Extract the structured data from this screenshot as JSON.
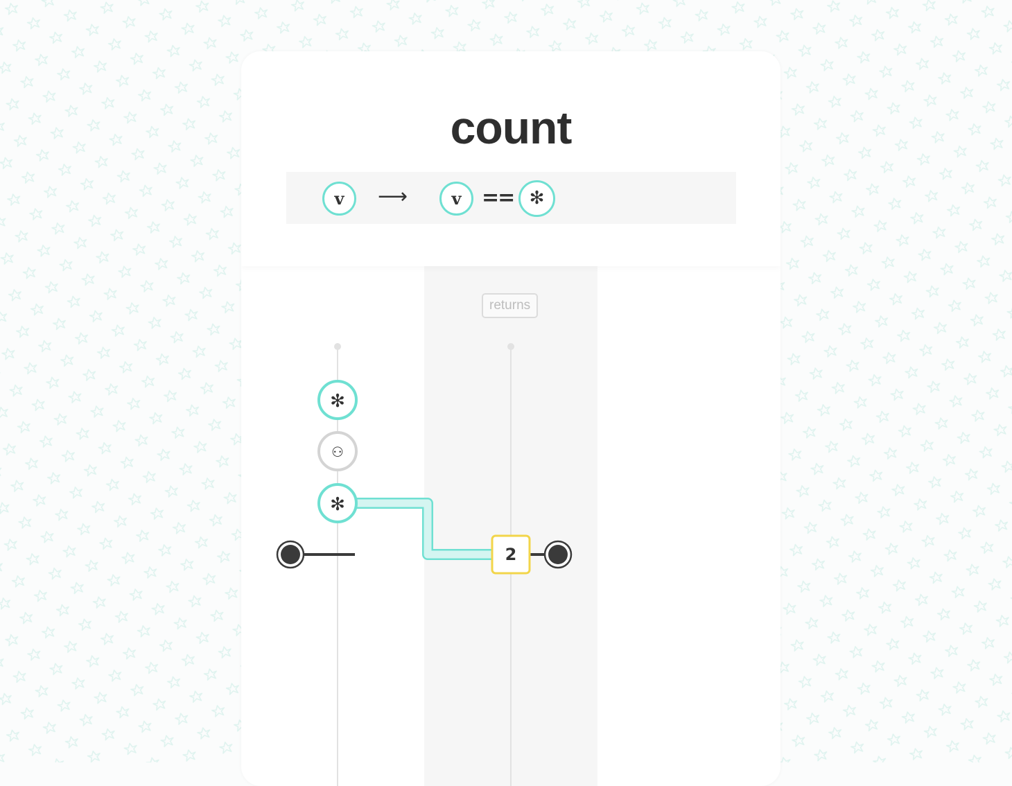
{
  "title": "count",
  "signature": {
    "input_token": "v",
    "arrow": "⟶",
    "output_token": "v",
    "operator": "==",
    "wildcard_token": "✻"
  },
  "columns": {
    "returns_label": "returns"
  },
  "nodes": {
    "wildcard_top": "✻",
    "empty_hole": "⚇",
    "wildcard_bottom": "✻",
    "return_value": "2"
  },
  "colors": {
    "accent_teal": "#6fe0d2",
    "connector_fill": "#d4f5f1",
    "hole_gray": "#d4d4d4",
    "value_yellow": "#f2d54a",
    "terminal": "#3a3a3a",
    "background_pattern": "#dff3ef"
  }
}
